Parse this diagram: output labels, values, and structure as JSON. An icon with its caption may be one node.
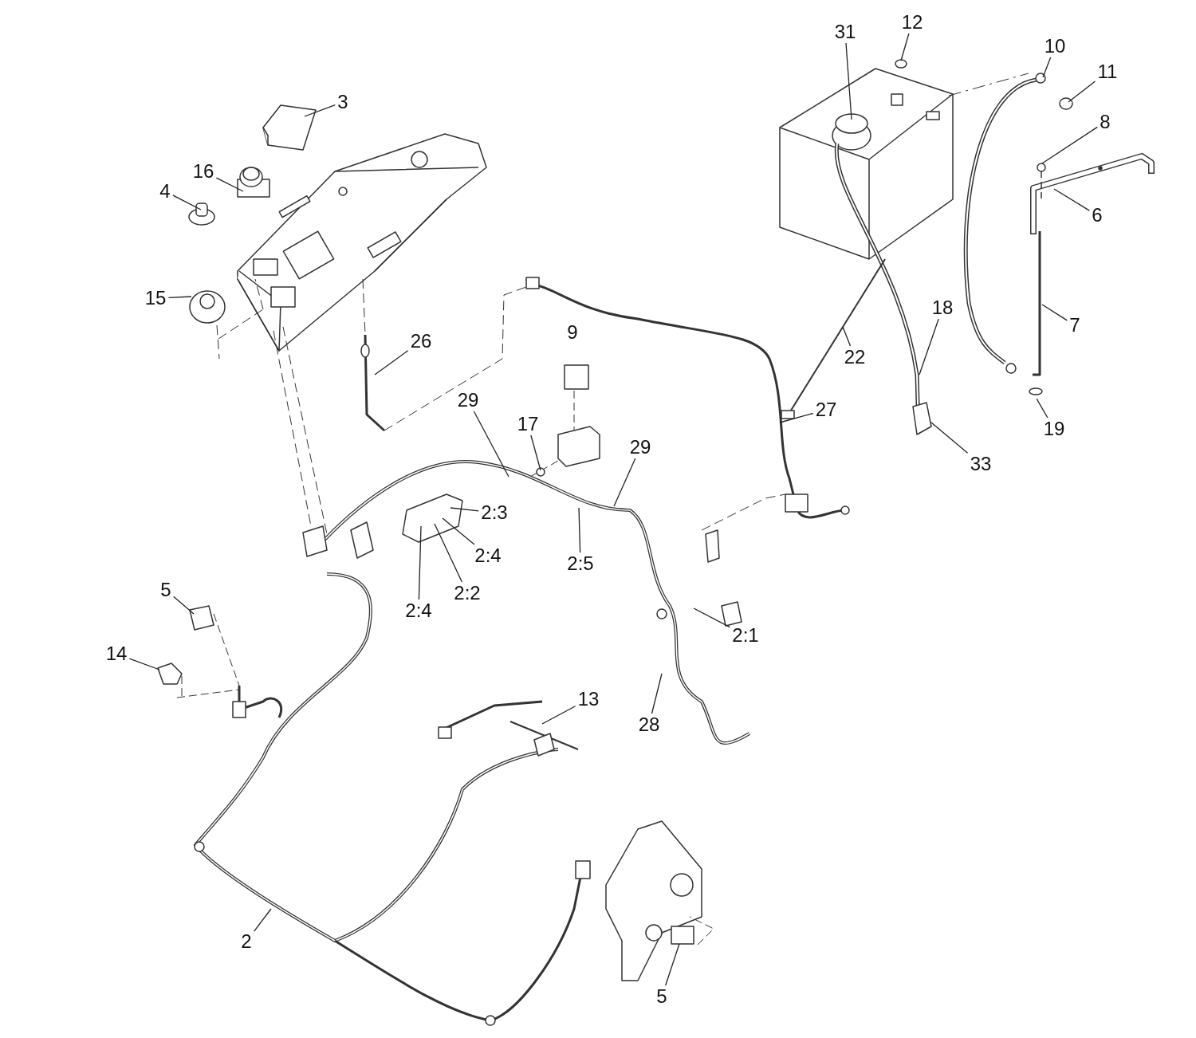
{
  "diagram": {
    "nodes": [
      {
        "text": [
          "31"
        ]
      },
      {
        "text": [
          "12"
        ]
      },
      {
        "text": [
          "10"
        ]
      },
      {
        "text": [
          "11"
        ]
      },
      {
        "text": [
          "3"
        ]
      },
      {
        "text": [
          "8"
        ]
      },
      {
        "text": [
          "16"
        ]
      },
      {
        "text": [
          "6"
        ]
      },
      {
        "text": [
          "4"
        ]
      },
      {
        "text": [
          "15"
        ]
      },
      {
        "text": [
          "18"
        ]
      },
      {
        "text": [
          "7"
        ]
      },
      {
        "text": [
          "26"
        ]
      },
      {
        "text": [
          "22"
        ]
      },
      {
        "text": [
          "29"
        ]
      },
      {
        "text": [
          "17"
        ]
      },
      {
        "text": [
          "27"
        ]
      },
      {
        "text": [
          "19"
        ]
      },
      {
        "text": [
          "29"
        ]
      },
      {
        "text": [
          "33"
        ]
      },
      {
        "text": [
          "2:3"
        ]
      },
      {
        "text": [
          "2:4"
        ]
      },
      {
        "text": [
          "2:5"
        ]
      },
      {
        "text": [
          "2:2"
        ]
      },
      {
        "text": [
          "2:4"
        ]
      },
      {
        "text": [
          "5"
        ]
      },
      {
        "text": [
          "2:1"
        ]
      },
      {
        "text": [
          "14"
        ]
      },
      {
        "text": [
          "13"
        ]
      },
      {
        "text": [
          "28"
        ]
      },
      {
        "text": [
          "2"
        ]
      },
      {
        "text": [
          "5"
        ]
      }
    ],
    "edges": [
      {
        "from": 0,
        "to": null,
        "arrow": "none"
      },
      {
        "from": 1,
        "to": null,
        "arrow": "none"
      },
      {
        "from": 2,
        "to": null,
        "arrow": "none"
      },
      {
        "from": 3,
        "to": null,
        "arrow": "none"
      },
      {
        "from": 4,
        "to": null,
        "arrow": "none"
      },
      {
        "from": 5,
        "to": null,
        "arrow": "none"
      },
      {
        "from": 6,
        "to": null,
        "arrow": "none"
      },
      {
        "from": 7,
        "to": null,
        "arrow": "none"
      },
      {
        "from": 8,
        "to": null,
        "arrow": "none"
      },
      {
        "from": 9,
        "to": null,
        "arrow": "none"
      },
      {
        "from": 10,
        "to": null,
        "arrow": "none"
      },
      {
        "from": 11,
        "to": null,
        "arrow": "none"
      },
      {
        "from": 12,
        "to": null,
        "arrow": "none"
      },
      {
        "from": 13,
        "to": null,
        "arrow": "none"
      },
      {
        "from": 14,
        "to": null,
        "arrow": "none"
      },
      {
        "from": 15,
        "to": null,
        "arrow": "none"
      },
      {
        "from": 16,
        "to": null,
        "arrow": "none"
      },
      {
        "from": 17,
        "to": null,
        "arrow": "none"
      },
      {
        "from": 18,
        "to": null,
        "arrow": "none"
      },
      {
        "from": 19,
        "to": null,
        "arrow": "none"
      },
      {
        "from": 20,
        "to": null,
        "arrow": "none"
      },
      {
        "from": 21,
        "to": null,
        "arrow": "none"
      },
      {
        "from": 22,
        "to": null,
        "arrow": "none"
      },
      {
        "from": 23,
        "to": null,
        "arrow": "none"
      },
      {
        "from": 24,
        "to": null,
        "arrow": "none"
      },
      {
        "from": 25,
        "to": null,
        "arrow": "none"
      },
      {
        "from": 26,
        "to": null,
        "arrow": "none"
      },
      {
        "from": 27,
        "to": null,
        "arrow": "none"
      },
      {
        "from": 28,
        "to": null,
        "arrow": "none"
      },
      {
        "from": 29,
        "to": null,
        "arrow": "none"
      },
      {
        "from": 30,
        "to": null,
        "arrow": "none"
      },
      {
        "from": 31,
        "to": null,
        "arrow": "none"
      }
    ],
    "labels": [
      "9"
    ]
  }
}
